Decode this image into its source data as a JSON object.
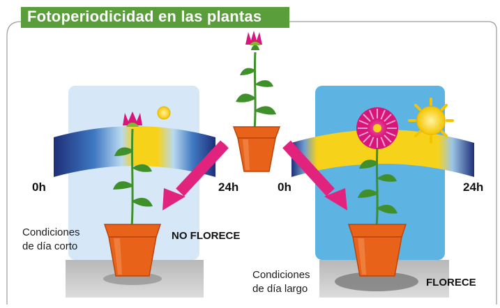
{
  "title": "Fotoperiodicidad en las plantas",
  "short_day": {
    "start_label": "0h",
    "end_label": "24h",
    "conditions": [
      "Condiciones",
      "de día corto"
    ],
    "result": "NO FLORECE"
  },
  "long_day": {
    "start_label": "0h",
    "end_label": "24h",
    "conditions": [
      "Condiciones",
      "de día largo"
    ],
    "result": "FLORECE"
  },
  "colors": {
    "title_bg": "#5a9e3c",
    "arrow": "#e2237e",
    "pot": "#e8621a",
    "short_panel": "#d6e8f7",
    "long_panel": "#5db3e2",
    "night": "#1e2f78",
    "day": "#f7d21a"
  }
}
